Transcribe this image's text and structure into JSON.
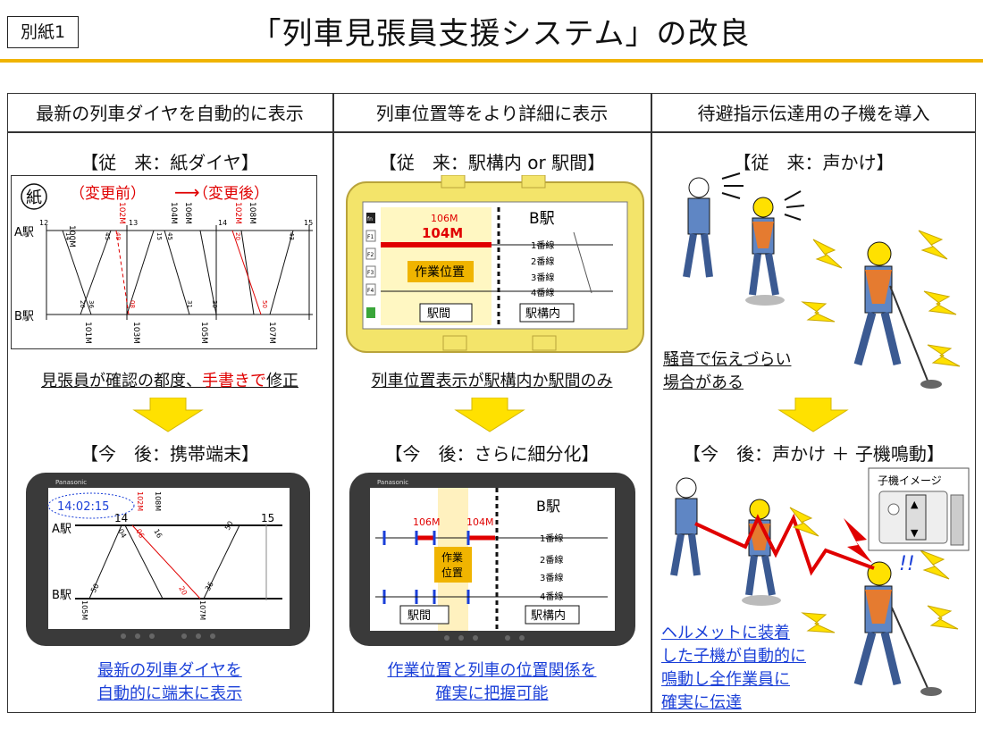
{
  "header": {
    "badge": "別紙1",
    "title": "「列車見張員支援システム」の改良"
  },
  "columns": [
    {
      "heading": "最新の列車ダイヤを自動的に表示",
      "before_label": "【従　来：紙ダイヤ】",
      "after_label": "【今　後：携帯端末】",
      "before_caption_a": "見張員が確認の都度、",
      "before_caption_red": "手書きで",
      "before_caption_b": "修正",
      "after_caption_1": "最新の列車ダイヤを",
      "after_caption_2": "自動的に端末に表示"
    },
    {
      "heading": "列車位置等をより詳細に表示",
      "before_label": "【従　来：駅構内 or 駅間】",
      "after_label": "【今　後：さらに細分化】",
      "before_caption": "列車位置表示が駅構内か駅間のみ",
      "after_caption_1": "作業位置と列車の位置関係を",
      "after_caption_2": "確実に把握可能"
    },
    {
      "heading": "待避指示伝達用の子機を導入",
      "before_label": "【従　来：声かけ】",
      "after_label": "【今　後：声かけ ＋ 子機鳴動】",
      "before_caption_1": "騒音で伝えづらい",
      "before_caption_2": "場合がある",
      "after_caption_1": "ヘルメットに装着",
      "after_caption_2": "した子機が自動的に",
      "after_caption_3": "鳴動し全作業員に",
      "after_caption_4": "確実に伝達",
      "device_label": "子機イメージ"
    }
  ],
  "paper_diagram": {
    "stamp": "紙",
    "change_before": "（変更前）",
    "arrow": "⟶",
    "change_after": "（変更後）",
    "station_a": "A駅",
    "station_b": "B駅",
    "hours": [
      "12",
      "13",
      "14",
      "15"
    ],
    "trains_top": [
      "100M",
      "102M",
      "104M",
      "106M",
      "102M",
      "108M"
    ],
    "trains_bottom": [
      "101M",
      "103M",
      "105M",
      "107M"
    ],
    "minute_marks": [
      "14",
      "45",
      "49",
      "15",
      "45",
      "20",
      "43",
      "20",
      "36",
      "08",
      "31",
      "30",
      "50"
    ]
  },
  "station_panel_old": {
    "fn_keys": [
      "fn",
      "F1",
      "F2",
      "F3",
      "F4"
    ],
    "train_top": "106M",
    "train_main": "104M",
    "station": "B駅",
    "work": "作業位置",
    "tracks": [
      "1番線",
      "2番線",
      "3番線",
      "4番線"
    ],
    "between": "駅間",
    "inside": "駅構内"
  },
  "station_panel_new": {
    "brand": "Panasonic",
    "train_a": "106M",
    "train_b": "104M",
    "station": "B駅",
    "work_1": "作業",
    "work_2": "位置",
    "tracks": [
      "1番線",
      "2番線",
      "3番線",
      "4番線"
    ],
    "between": "駅間",
    "inside": "駅構内"
  },
  "tablet_diagram": {
    "brand": "Panasonic",
    "clock": "14:02:15",
    "station_a": "A駅",
    "station_b": "B駅",
    "hours": [
      "14",
      "15"
    ],
    "trains_top": [
      "102M",
      "108M"
    ],
    "trains_bottom": [
      "105M",
      "107M"
    ],
    "minute_marks": [
      "04",
      "06",
      "16",
      "50",
      "20",
      "36",
      "50"
    ]
  },
  "colors": {
    "accent": "#f0b400",
    "red": "#e00000",
    "blue": "#1a3fd8",
    "yellow": "#ffe100"
  }
}
